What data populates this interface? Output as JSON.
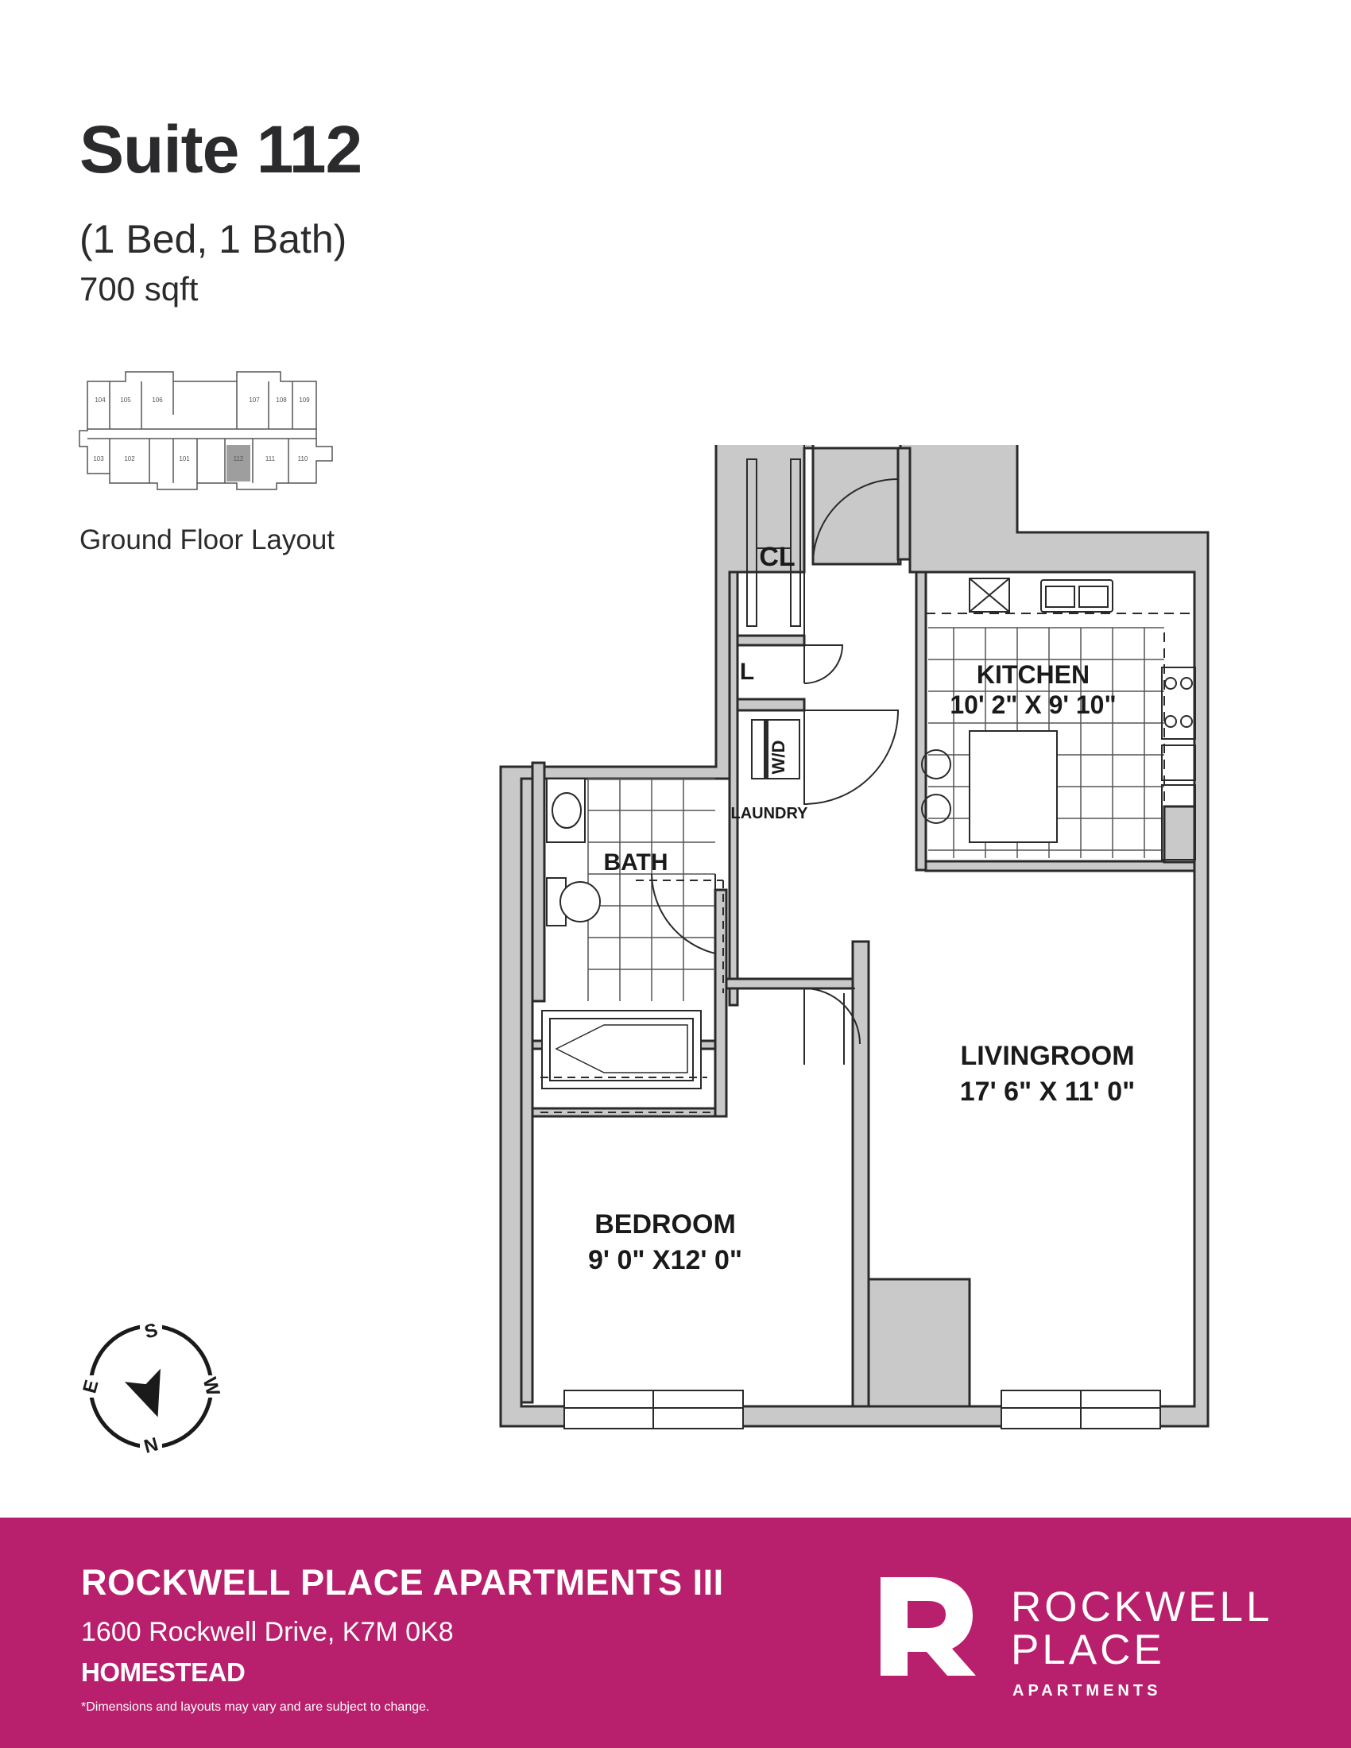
{
  "header": {
    "title": "Suite 112",
    "unit_type": "(1 Bed, 1 Bath)",
    "area": "700 sqft"
  },
  "keyplan": {
    "label": "Ground Floor Layout",
    "highlight_color": "#9e9e9e",
    "units_top": [
      "104",
      "105",
      "106",
      "107",
      "108",
      "109"
    ],
    "units_bottom": [
      "103",
      "102",
      "101",
      "112",
      "111",
      "110"
    ],
    "selected_unit": "112"
  },
  "floorplan": {
    "rooms": {
      "closet": "CL",
      "linen": "L",
      "washer_dryer": "W/D",
      "laundry": "LAUNDRY",
      "kitchen_name": "KITCHEN",
      "kitchen_dims": "10' 2\" X 9' 10\"",
      "bath": "BATH",
      "living_name": "LIVINGROOM",
      "living_dims": "17' 6\" X 11' 0\"",
      "bedroom_name": "BEDROOM",
      "bedroom_dims": "9' 0\" X12' 0\""
    }
  },
  "compass": {
    "north": "N",
    "south": "S",
    "east": "E",
    "west": "W"
  },
  "footer": {
    "title": "ROCKWELL PLACE APARTMENTS III",
    "address": "1600 Rockwell Drive, K7M 0K8",
    "brand": "HOMESTEAD",
    "disclaimer": "*Dimensions and layouts may vary and are subject to change.",
    "bg_color": "#b81f6c"
  },
  "logo": {
    "line1": "ROCKWELL",
    "line2": "PLACE",
    "line3": "APARTMENTS"
  }
}
